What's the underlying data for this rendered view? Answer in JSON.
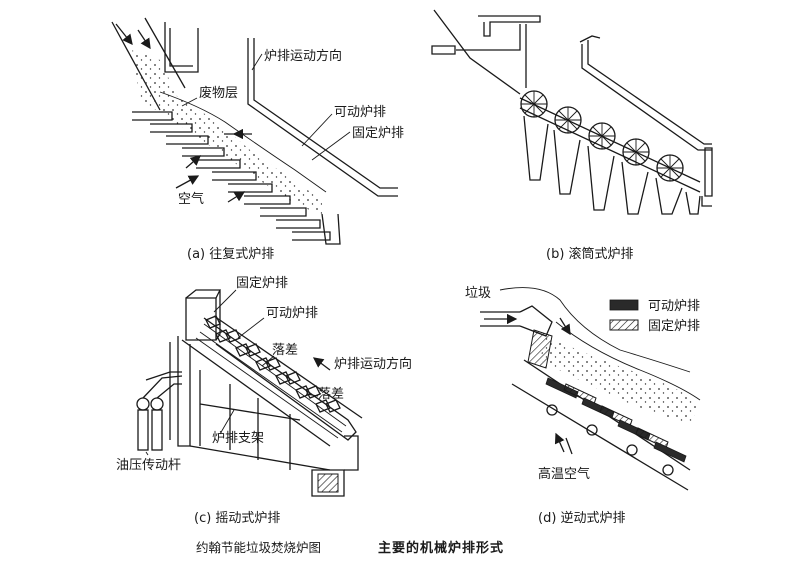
{
  "panel_a": {
    "caption": "(a) 往复式炉排",
    "labels": {
      "waste_layer": "废物层",
      "grate_motion": "炉排运动方向",
      "movable_grate": "可动炉排",
      "fixed_grate": "固定炉排",
      "air": "空气"
    }
  },
  "panel_b": {
    "caption": "(b) 滚筒式炉排"
  },
  "panel_c": {
    "caption": "(c) 摇动式炉排",
    "labels": {
      "fixed_grate": "固定炉排",
      "movable_grate": "可动炉排",
      "drop_1": "落差",
      "grate_motion": "炉排运动方向",
      "drop_2": "落差",
      "grate_support": "炉排支架",
      "hydraulic_rod": "油压传动杆"
    }
  },
  "panel_d": {
    "caption": "(d) 逆动式炉排",
    "labels": {
      "garbage": "垃圾",
      "hot_air": "高温空气"
    },
    "legend": {
      "movable": "可动炉排",
      "fixed": "固定炉排"
    }
  },
  "footer": {
    "source_note": "约翰节能垃圾焚烧炉图",
    "title": "主要的机械炉排形式"
  }
}
